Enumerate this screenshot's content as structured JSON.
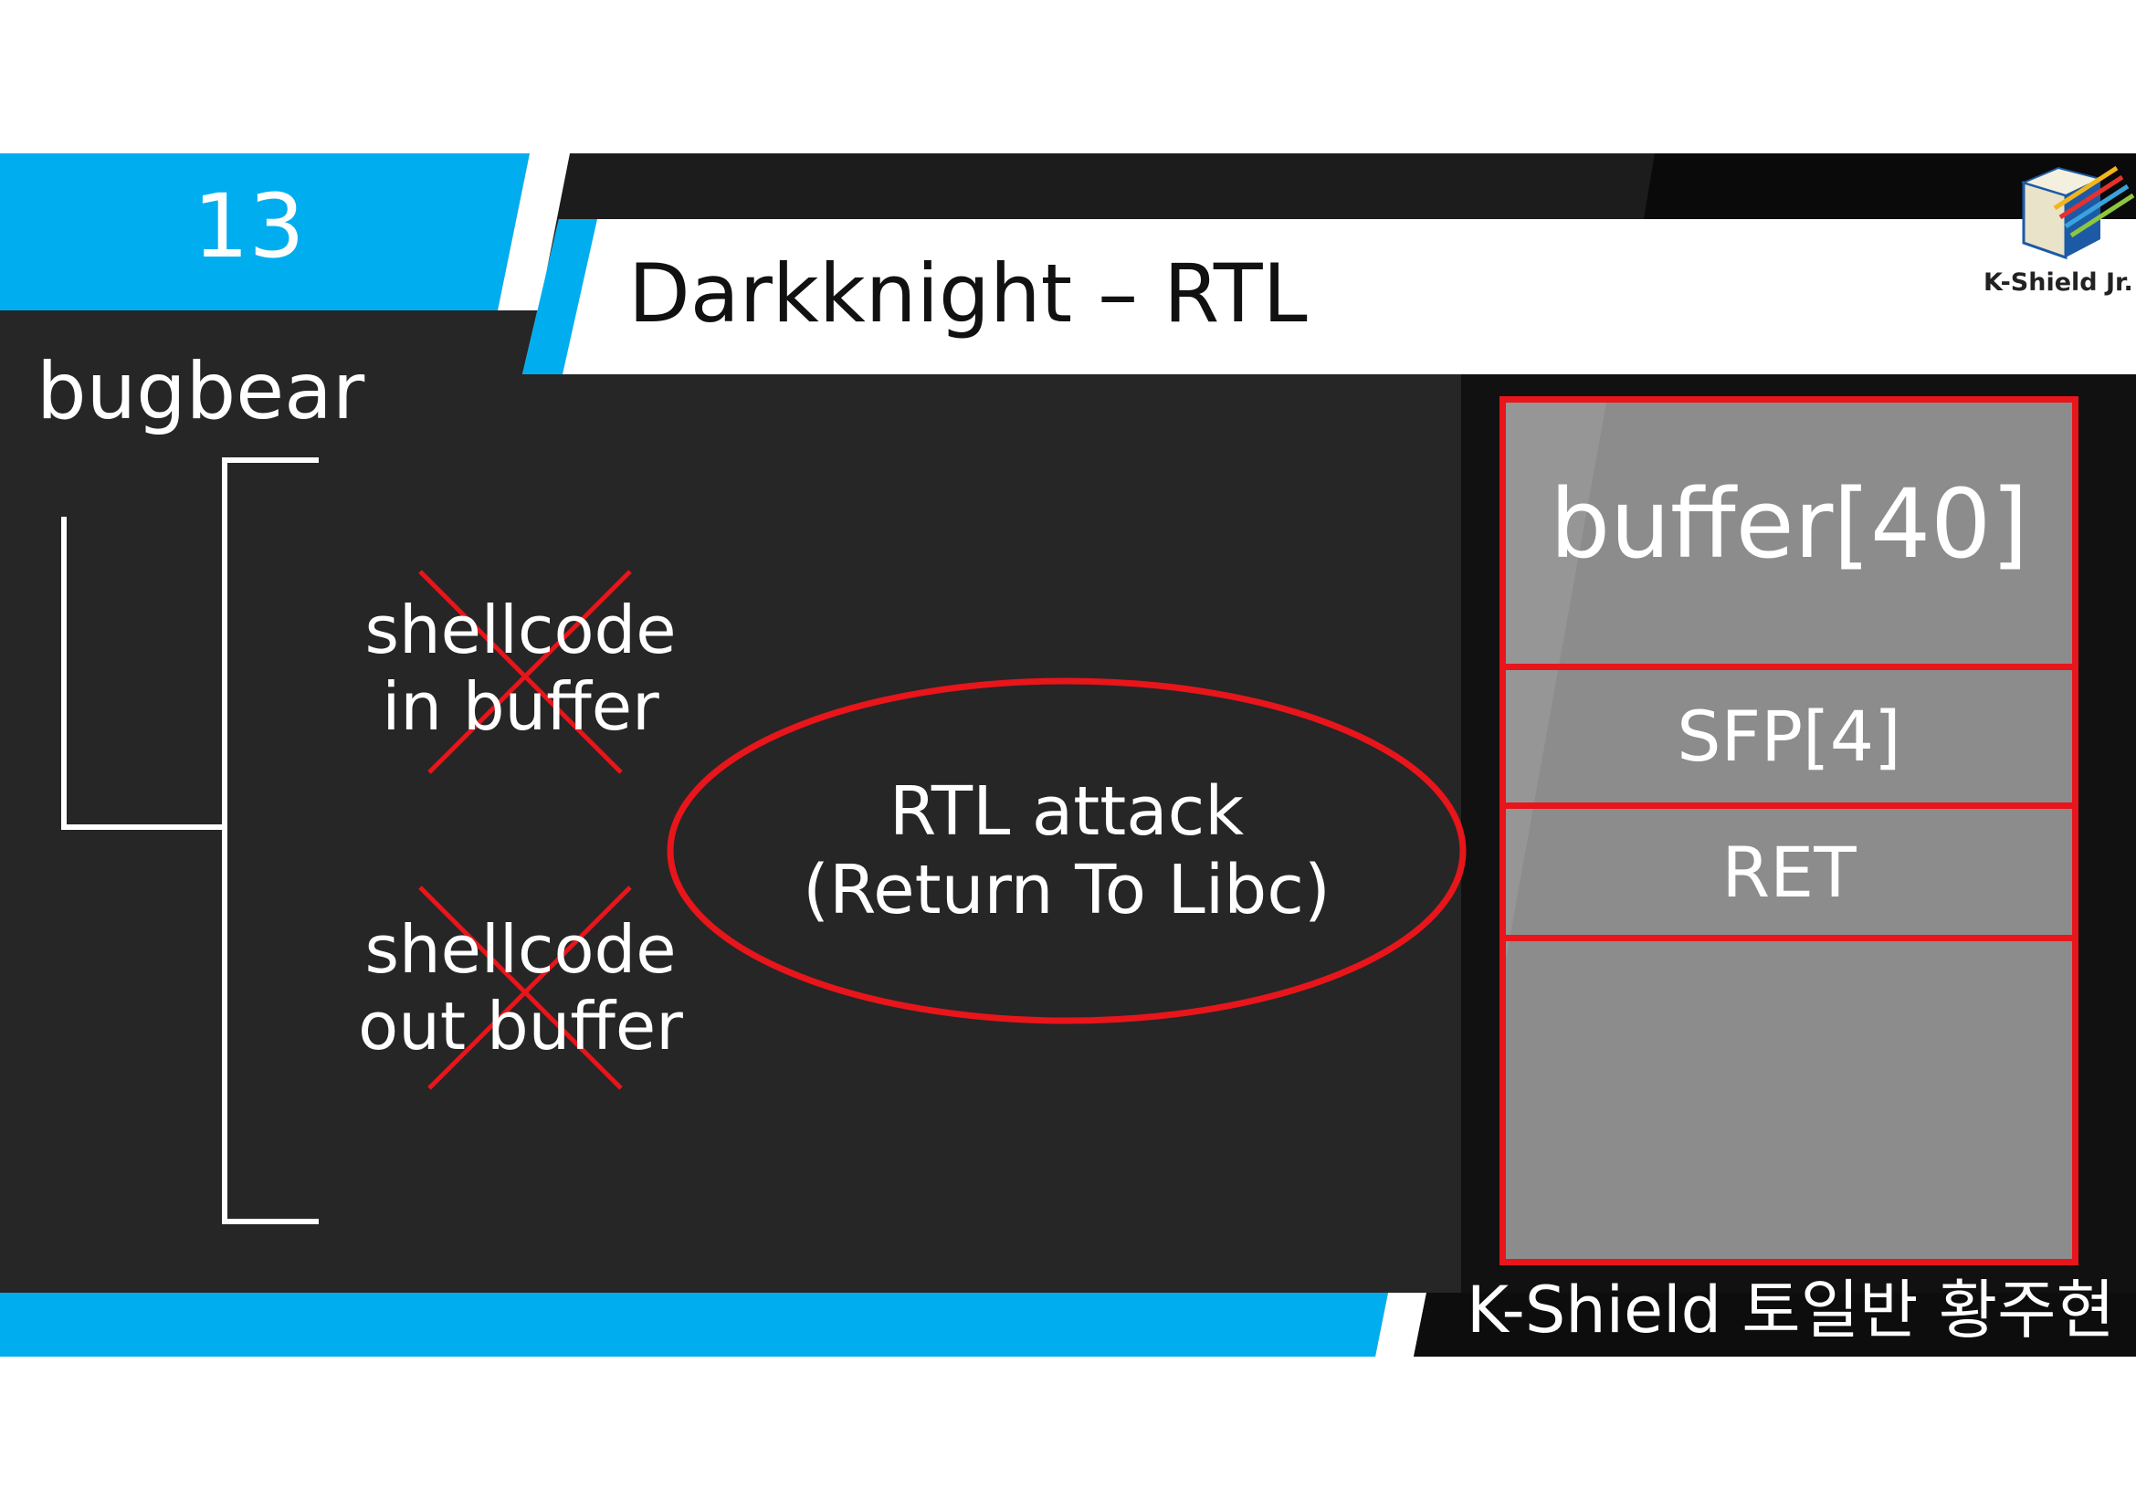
{
  "header": {
    "slide_number": "13",
    "title": "Darkknight – RTL",
    "logo_text": "K-Shield Jr."
  },
  "main": {
    "section_label": "bugbear",
    "options": [
      {
        "line1": "shellcode",
        "line2": "in buffer",
        "crossed_out": true
      },
      {
        "line1": "shellcode",
        "line2": "out buffer",
        "crossed_out": true
      }
    ],
    "attack": {
      "line1": "RTL attack",
      "line2": "(Return To Libc)"
    }
  },
  "stack": {
    "buffer_label": "buffer[40]",
    "sfp_label": "SFP[4]",
    "ret_label": "RET",
    "rest_label": ""
  },
  "footer": {
    "author": "K-Shield 토일반 황주현"
  },
  "colors": {
    "accent_blue": "#00aeef",
    "panel_dark": "#262626",
    "cross_red": "#e8151b",
    "stack_fill": "#8c8c8c"
  }
}
